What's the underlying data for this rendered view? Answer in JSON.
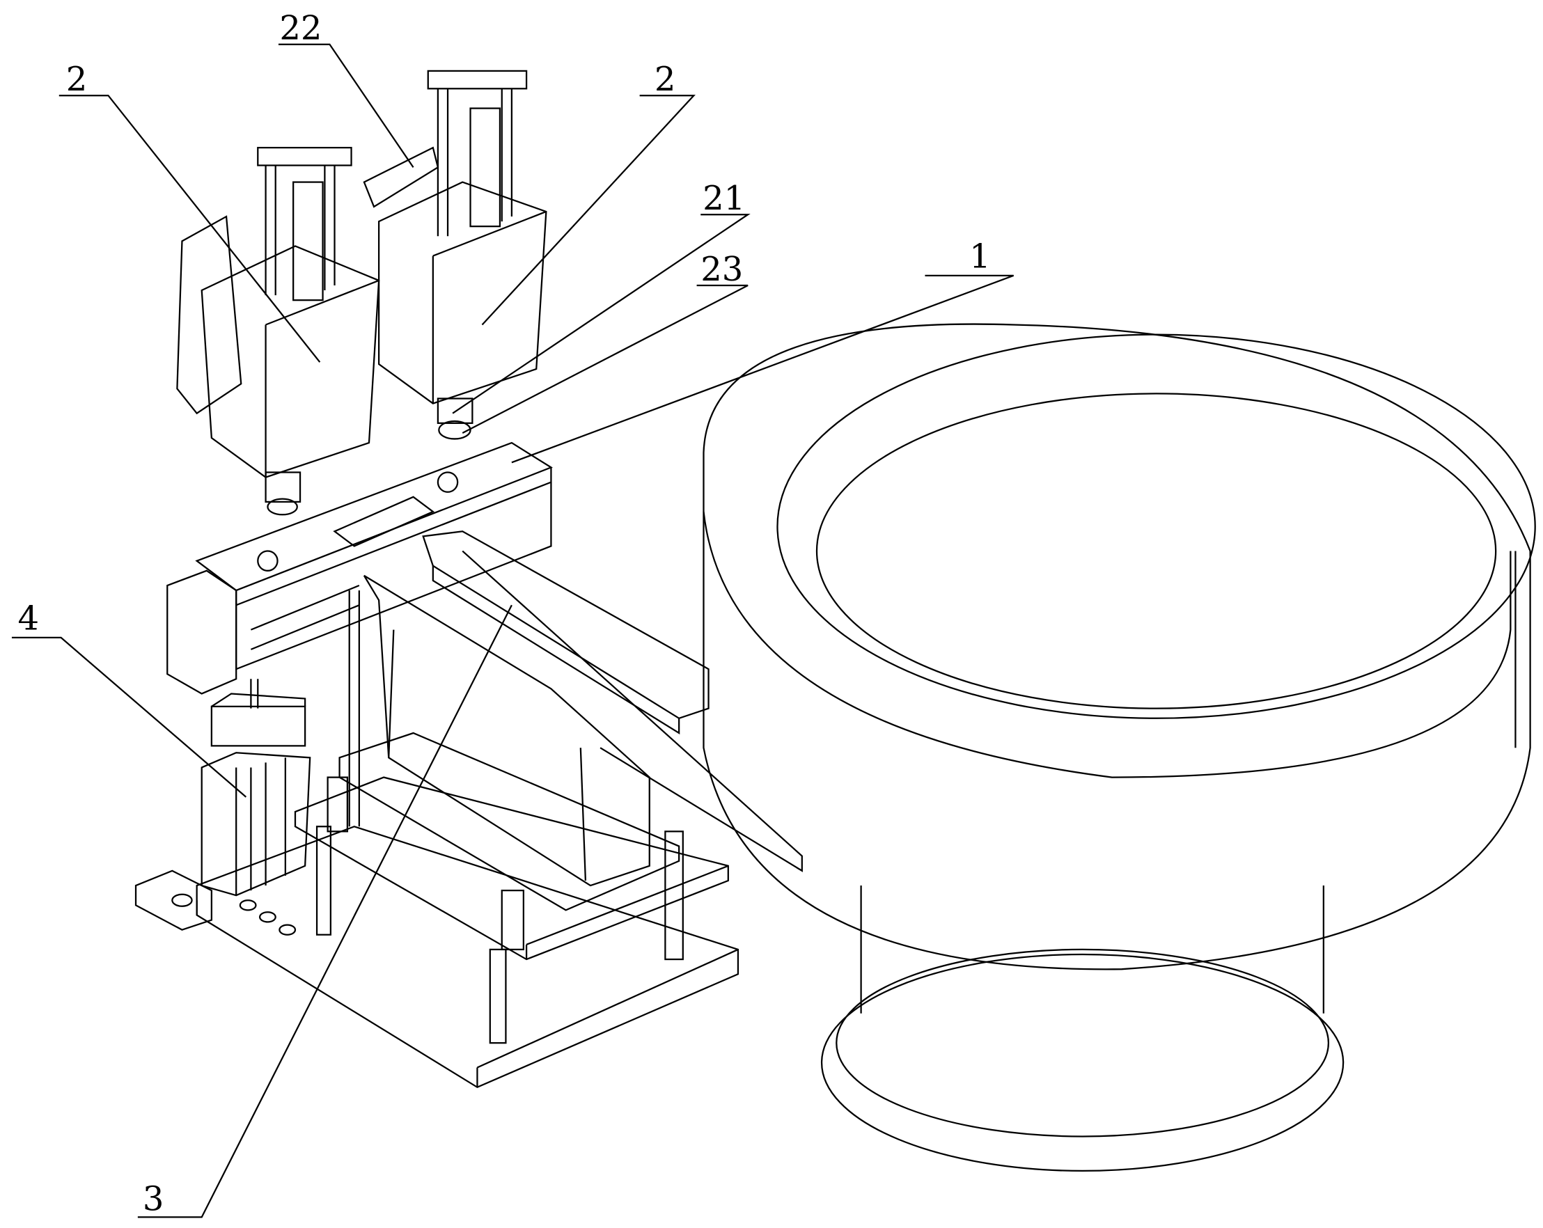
{
  "figure": {
    "labels": {
      "feeder_bowl": "1",
      "press_unit_left": "2",
      "press_unit_right": "2",
      "part_21": "21",
      "part_22": "22",
      "part_23": "23",
      "conveyor": "3",
      "lift_cylinder": "4"
    },
    "line_color": "#000000",
    "background_color": "#ffffff"
  }
}
